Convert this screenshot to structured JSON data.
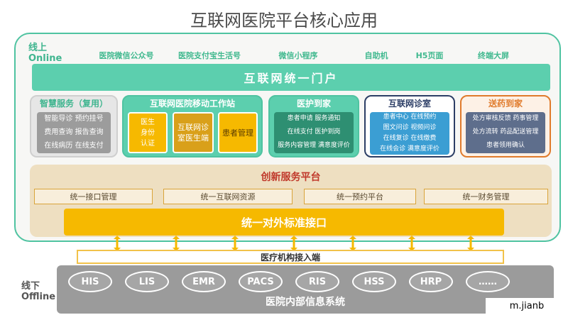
{
  "title": "互联网医院平台核心应用",
  "online": {
    "cn": "线上",
    "en": "Online"
  },
  "channels": [
    "医院微信公众号",
    "医院支付宝生活号",
    "微信小程序",
    "自助机",
    "H5页面",
    "终端大屏"
  ],
  "portal": "互联网统一门户",
  "smart": {
    "title": "智慧服务（复用）",
    "rows": [
      "智能导诊 预约挂号",
      "费用查询 报告查询",
      "在线病历 在线支付"
    ]
  },
  "mobile": {
    "title": "互联网医院移动工作站",
    "box1": "医生\n身份\n认证",
    "box2": "互联网诊\n室医生端",
    "box3": "患者管理"
  },
  "nursing": {
    "title": "医护到家",
    "rows": [
      "患者申请 服务通知",
      "在线支付 医护到岗",
      "服务内容管理 满意度评价"
    ]
  },
  "clinic": {
    "title": "互联网诊室",
    "rows": [
      "患者中心 在线预约",
      "图文问诊 视频问诊",
      "在线复诊 在线缴费",
      "在线会诊 满意度评价"
    ]
  },
  "delivery": {
    "title": "送药到家",
    "rows": [
      "处方审核反馈 药事管理",
      "处方流转 药品配送管理",
      "患者领用确认"
    ]
  },
  "innovation": {
    "title": "创新服务平台",
    "items": [
      "统一接口管理",
      "统一互联网资源",
      "统一预约平台",
      "统一财务管理"
    ]
  },
  "unified_interface": "统一对外标准接口",
  "access_layer": "医疗机构接入端",
  "offline": {
    "cn": "线下",
    "en": "Offline"
  },
  "systems": [
    "HIS",
    "LIS",
    "EMR",
    "PACS",
    "RIS",
    "HSS",
    "HRP",
    "……"
  ],
  "systems_title": "医院内部信息系统",
  "watermark": "m.jianb",
  "colors": {
    "green": "#5ccfae",
    "teal": "#4fc3a1",
    "yellow": "#f6b900",
    "gold": "#d9a43a",
    "navy": "#2c3e66",
    "orange": "#e07b2c",
    "gray": "#9b9b9b"
  }
}
